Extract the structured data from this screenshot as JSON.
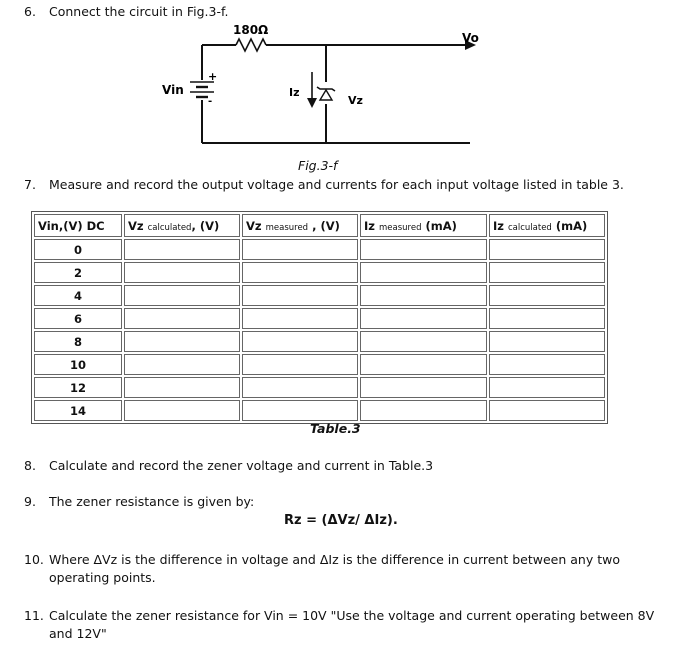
{
  "steps": [
    {
      "num": "6.",
      "text": "Connect the circuit in Fig.3-f."
    },
    {
      "num": "7.",
      "text": "Measure and record the output voltage and currents for each input voltage listed in table 3."
    },
    {
      "num": "8.",
      "text": "Calculate and record the zener voltage and current in Table.3"
    },
    {
      "num": "9.",
      "text": "The zener resistance is given by:"
    },
    {
      "num": "10.",
      "text": "Where ΔVz is the difference in voltage and ΔIz is the difference in current between any two operating points."
    },
    {
      "num": "11.",
      "text": "Calculate the zener resistance for Vin = 10V \"Use the voltage and current operating between 8V and 12V\""
    }
  ],
  "circuit": {
    "resistor_label": "180Ω",
    "vin_label": "Vin",
    "vo_label": "Vo",
    "iz_label": "Iz",
    "vz_label": "Vz",
    "plus_sign": "+",
    "minus_sign": "-",
    "caption": "Fig.3-f"
  },
  "table": {
    "headers": [
      {
        "main": "Vin,(V) DC",
        "sub": "",
        "unit": ""
      },
      {
        "main": "Vz",
        "sub": "calculated",
        "unit": ", (V)"
      },
      {
        "main": "Vz",
        "sub": "measured",
        "unit": " , (V)"
      },
      {
        "main": "Iz",
        "sub": "measured",
        "unit": " (mA)"
      },
      {
        "main": "Iz",
        "sub": "calculated",
        "unit": " (mA)"
      }
    ],
    "rows": [
      "0",
      "2",
      "4",
      "6",
      "8",
      "10",
      "12",
      "14"
    ],
    "caption": "Table.3"
  },
  "formula": "Rz = (ΔVz/ ΔIz)."
}
